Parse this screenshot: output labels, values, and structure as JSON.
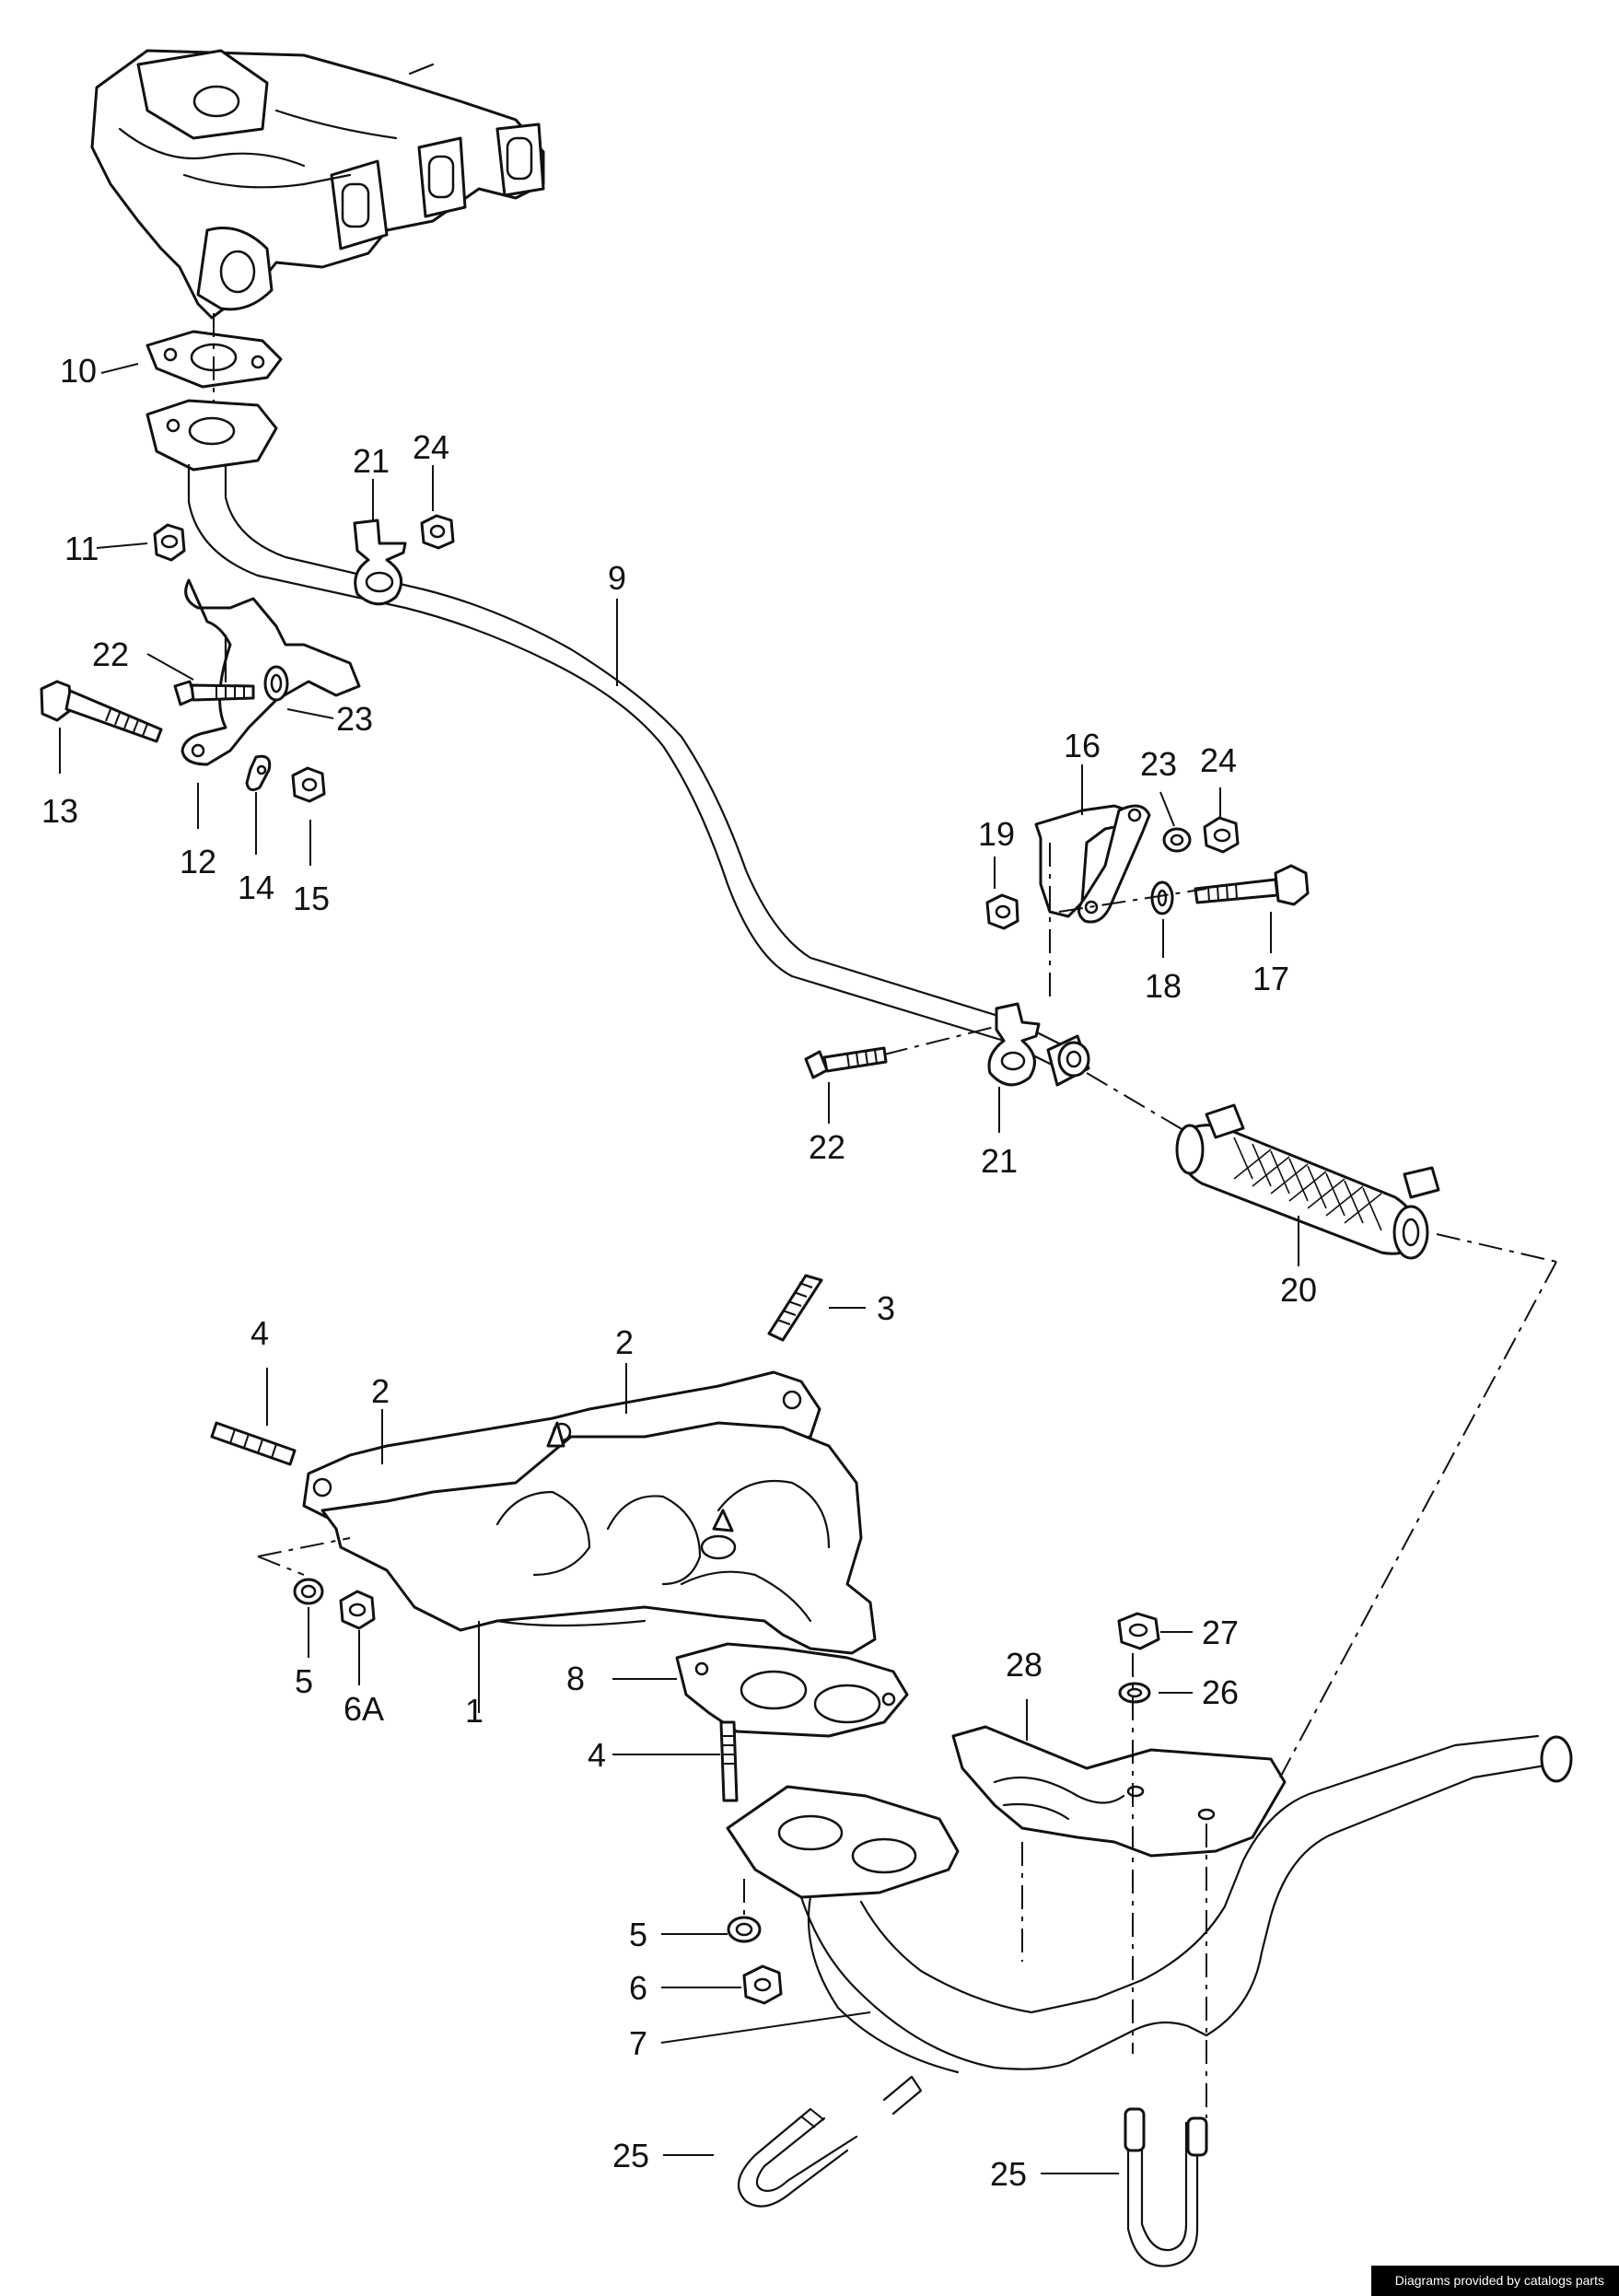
{
  "callouts": {
    "c1": "1",
    "c2a": "2",
    "c2b": "2",
    "c3": "3",
    "c4a": "4",
    "c4b": "4",
    "c5a": "5",
    "c5b": "5",
    "c6": "6",
    "c6a": "6A",
    "c7": "7",
    "c8": "8",
    "c9": "9",
    "c10": "10",
    "c11": "11",
    "c12": "12",
    "c13": "13",
    "c14": "14",
    "c15": "15",
    "c16": "16",
    "c17": "17",
    "c18": "18",
    "c19": "19",
    "c20": "20",
    "c21a": "21",
    "c21b": "21",
    "c22a": "22",
    "c22b": "22",
    "c23a": "23",
    "c23b": "23",
    "c24a": "24",
    "c24b": "24",
    "c25a": "25",
    "c25b": "25",
    "c26": "26",
    "c27": "27",
    "c28": "28"
  },
  "credit": "Diagrams provided by catalogs parts"
}
